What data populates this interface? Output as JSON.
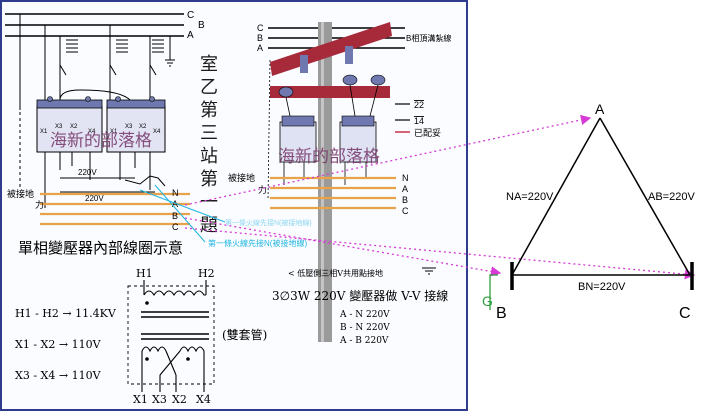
{
  "left_panel": {
    "bus_left": {
      "c": "C",
      "b": "B",
      "a": "A"
    },
    "bus_right": {
      "c": "C",
      "b": "B",
      "a": "A",
      "b_note": "B相頂溝紮線"
    },
    "vertical_title": [
      "室",
      "乙",
      "第",
      "三",
      "站",
      "第",
      "一",
      "題"
    ],
    "watermark": "海新的部落格",
    "terminals": [
      "X1",
      "X2",
      "X3",
      "X4"
    ],
    "secondary_left": {
      "v1": "220V",
      "v2": "220V",
      "ground_label": "被接地",
      "force_label": "力",
      "phases": [
        "N",
        "A",
        "B",
        "C"
      ]
    },
    "secondary_right": {
      "ground_label": "被接地",
      "force_label": "力",
      "phases": [
        "N",
        "A",
        "B",
        "C"
      ]
    },
    "legend_right": {
      "item1": "22",
      "item2": "14",
      "item3": "已配妥"
    },
    "cyan_notes": {
      "n1": "第一條火線先接N(被接地線)",
      "n2": "第一條火線先接N(被接地線)"
    },
    "left_caption": "單相變壓器內部線圈示意",
    "transformer": {
      "h1": "H1",
      "h2": "H2",
      "sleeve": "(雙套管)",
      "bottom": [
        "X1",
        "X3",
        "X2",
        "X4"
      ]
    },
    "ratings": [
      "H1 - H2 → 11.4KV",
      "X1 - X2 → 110V",
      "X3 - X4 → 110V"
    ],
    "right_caption": {
      "note": "< 低壓側三相V共用點接地",
      "title": "3∅3W 220V 變壓器做 V-V 接線"
    },
    "voltage_table": [
      "A - N  220V",
      "B - N  220V",
      "A - B  220V"
    ]
  },
  "right_panel": {
    "vertex_a": "A",
    "vertex_b": "B",
    "vertex_c": "C",
    "ground_mark": "G",
    "side_na": "NA=220V",
    "side_ab": "AB=220V",
    "side_bn": "BN=220V"
  },
  "colors": {
    "panel_border": "#2f3b8c",
    "pink_arrow": "#d63bd6",
    "cyan": "#20b6e0",
    "orange_wire": "#e8a24a",
    "crossarm": "#a62a3a",
    "green_ground": "#2e9e3e"
  }
}
